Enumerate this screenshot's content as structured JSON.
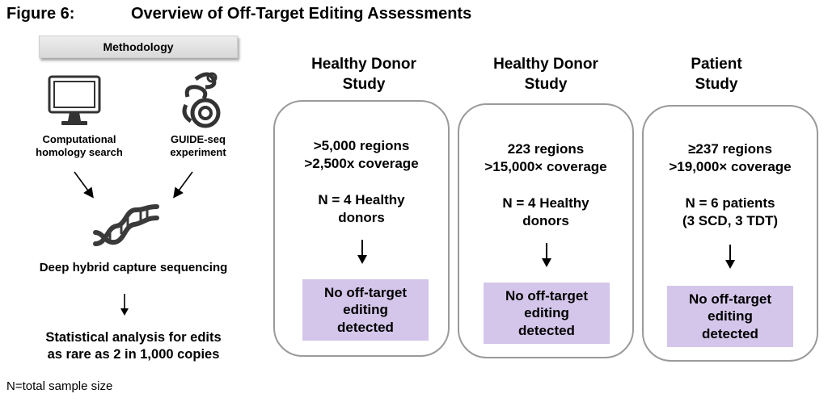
{
  "figure": {
    "label": "Figure 6:",
    "title": "Overview of Off-Target Editing Assessments"
  },
  "methodology": {
    "header": "Methodology",
    "computational_caption": [
      "Computational",
      "homology search"
    ],
    "guide_caption": [
      "GUIDE-seq",
      "experiment"
    ],
    "deep_sequencing": "Deep hybrid capture sequencing",
    "statistical": [
      "Statistical analysis for edits",
      "as rare as 2 in 1,000 copies"
    ],
    "icons": [
      "computer-monitor-icon",
      "guide-seq-molecule-icon",
      "dna-helix-icon"
    ]
  },
  "studies": [
    {
      "header": [
        "Healthy Donor",
        "Study"
      ],
      "regions": ">5,000 regions",
      "coverage": ">2,500x coverage",
      "n": [
        "N = 4 Healthy",
        "donors"
      ],
      "result": [
        "No off-target",
        "editing",
        "detected"
      ]
    },
    {
      "header": [
        "Healthy Donor",
        "Study"
      ],
      "regions": "223 regions",
      "coverage": ">15,000× coverage",
      "n": [
        "N = 4 Healthy",
        "donors"
      ],
      "result": [
        "No off-target",
        "editing",
        "detected"
      ]
    },
    {
      "header": [
        "Patient",
        "Study"
      ],
      "regions": "≥237 regions",
      "coverage": ">19,000× coverage",
      "n": [
        "N = 6 patients",
        "(3 SCD, 3 TDT)"
      ],
      "result": [
        "No off-target",
        "editing",
        "detected"
      ]
    }
  ],
  "footnote": "N=total sample size",
  "colors": {
    "result_fill": "#d4c6ea",
    "box_border": "#9a9a9a",
    "method_fill": "#e3e3e3"
  }
}
